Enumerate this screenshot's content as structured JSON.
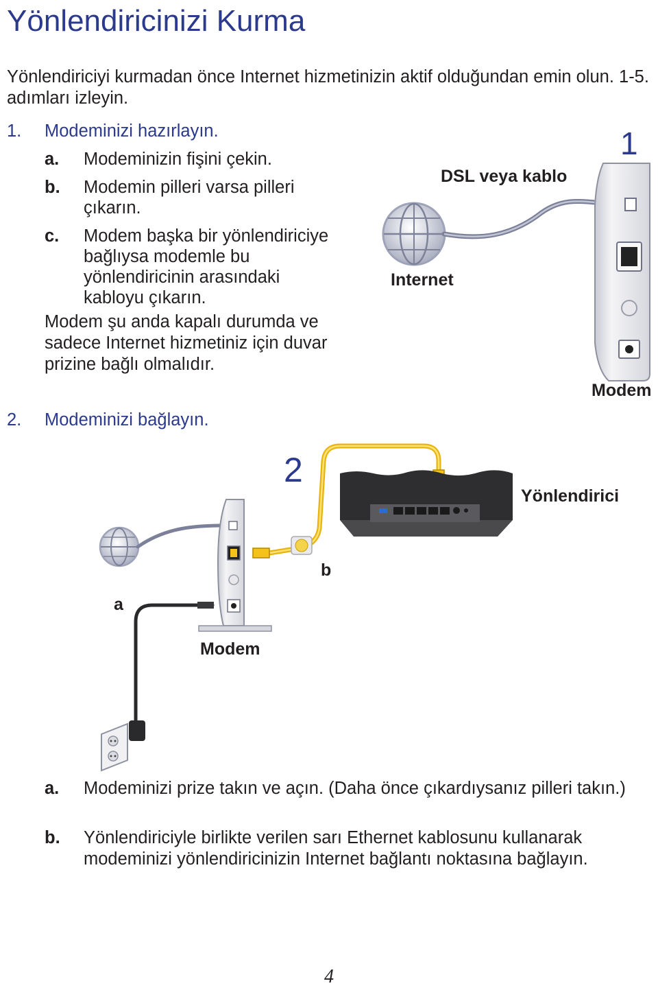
{
  "page": {
    "title": "Yönlendiricinizi Kurma",
    "intro": "Yönlendiriciyi kurmadan önce Internet hizmetinizin aktif olduğundan emin olun. 1-5. adımları izleyin.",
    "page_number": "4"
  },
  "step1": {
    "number": "1.",
    "title": "Modeminizi hazırlayın.",
    "items": [
      {
        "letter": "a.",
        "text": "Modeminizin fişini çekin."
      },
      {
        "letter": "b.",
        "text": "Modemin pilleri varsa pilleri çıkarın."
      },
      {
        "letter": "c.",
        "text": "Modem başka bir yönlendiriciye bağlıysa modemle bu yönlendiricinin arasındaki kabloyu çıkarın."
      }
    ],
    "note": "Modem şu anda kapalı durumda ve sadece Internet hizmetiniz için duvar prizine bağlı olmalıdır."
  },
  "step2": {
    "number": "2.",
    "title": "Modeminizi bağlayın.",
    "items": [
      {
        "letter": "a.",
        "text": "Modeminizi prize takın ve açın. (Daha önce çıkardıysanız pilleri takın.)"
      },
      {
        "letter": "b.",
        "text": "Yönlendiriciyle birlikte verilen sarı Ethernet kablosunu kullanarak modeminizi yönlendiricinizin Internet bağlantı noktasına bağlayın."
      }
    ]
  },
  "figure1": {
    "number": "1",
    "cable_label": "DSL veya kablo",
    "internet_label": "Internet",
    "modem_label": "Modem"
  },
  "figure2": {
    "number": "2",
    "router_label": "Yönlendirici",
    "label_a": "a",
    "label_b": "b",
    "modem_label": "Modem"
  },
  "colors": {
    "heading_blue": "#2b3a8c",
    "cable_yellow": "#f5c21b",
    "cable_gray": "#8a8fa8",
    "router_dark": "#3b3b3d"
  }
}
